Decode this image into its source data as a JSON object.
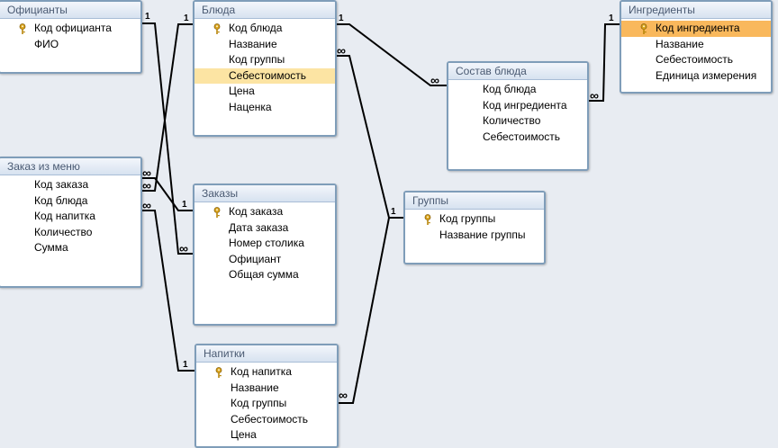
{
  "tables": {
    "waiters": {
      "title": "Официанты",
      "fields": [
        {
          "label": "Код официанта",
          "key": true
        },
        {
          "label": "ФИО"
        }
      ]
    },
    "dishes": {
      "title": "Блюда",
      "fields": [
        {
          "label": "Код блюда",
          "key": true
        },
        {
          "label": "Название"
        },
        {
          "label": "Код группы"
        },
        {
          "label": "Себестоимость",
          "selected": true
        },
        {
          "label": "Цена"
        },
        {
          "label": "Наценка"
        }
      ]
    },
    "composition": {
      "title": "Состав блюда",
      "fields": [
        {
          "label": "Код блюда"
        },
        {
          "label": "Код ингредиента"
        },
        {
          "label": "Количество"
        },
        {
          "label": "Себестоимость"
        }
      ]
    },
    "ingredients": {
      "title": "Ингредиенты",
      "fields": [
        {
          "label": "Код ингредиента",
          "key": true,
          "highlight": true
        },
        {
          "label": "Название"
        },
        {
          "label": "Себестоимость"
        },
        {
          "label": "Единица измерения"
        }
      ]
    },
    "menu_order": {
      "title": "Заказ из меню",
      "fields": [
        {
          "label": "Код заказа"
        },
        {
          "label": "Код блюда"
        },
        {
          "label": "Код напитка"
        },
        {
          "label": "Количество"
        },
        {
          "label": "Сумма"
        }
      ]
    },
    "orders": {
      "title": "Заказы",
      "fields": [
        {
          "label": "Код заказа",
          "key": true
        },
        {
          "label": "Дата заказа"
        },
        {
          "label": "Номер столика"
        },
        {
          "label": "Официант"
        },
        {
          "label": "Общая сумма"
        }
      ]
    },
    "groups": {
      "title": "Группы",
      "fields": [
        {
          "label": "Код группы",
          "key": true
        },
        {
          "label": "Название группы"
        }
      ]
    },
    "drinks": {
      "title": "Напитки",
      "fields": [
        {
          "label": "Код напитка",
          "key": true
        },
        {
          "label": "Название"
        },
        {
          "label": "Код группы"
        },
        {
          "label": "Себестоимость"
        },
        {
          "label": "Цена"
        }
      ]
    }
  },
  "cardinality": {
    "one": "1",
    "many": "∞"
  }
}
